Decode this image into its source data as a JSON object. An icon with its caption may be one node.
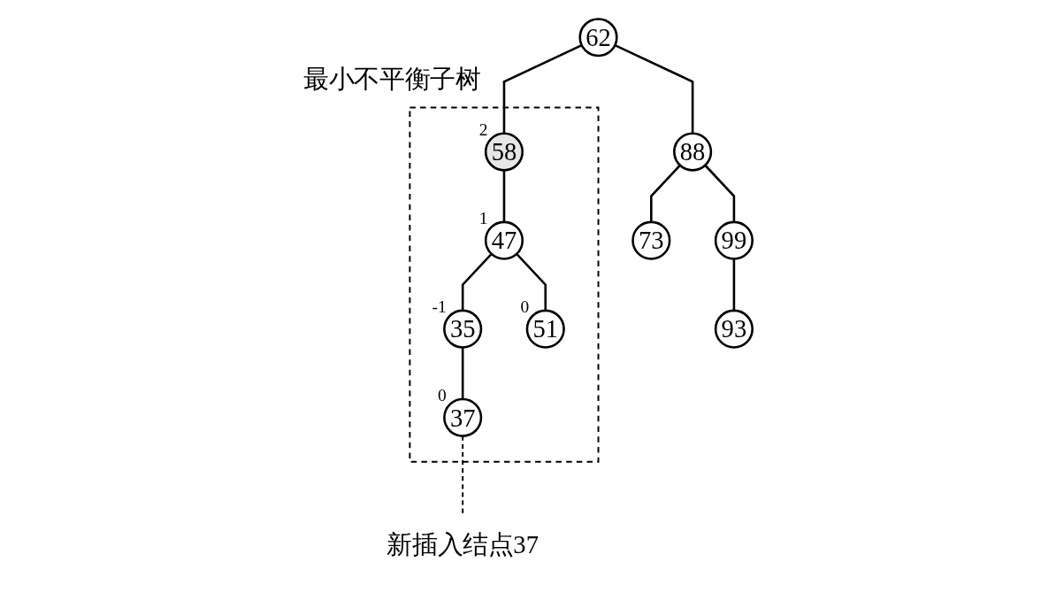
{
  "diagram": {
    "nodes": [
      {
        "text": [
          "最小不平衡子树"
        ]
      },
      {
        "text": [
          "62"
        ]
      },
      {
        "text": [
          "58"
        ],
        "in": 0,
        "beside": [
          "2"
        ]
      },
      {
        "text": [
          "88"
        ]
      },
      {
        "text": [
          "47"
        ],
        "in": 0,
        "beside": [
          "1"
        ]
      },
      {
        "text": [
          "73"
        ]
      },
      {
        "text": [
          "99"
        ]
      },
      {
        "text": [
          "35"
        ],
        "in": 0,
        "beside": [
          "-1"
        ]
      },
      {
        "text": [
          "51"
        ],
        "in": 0,
        "beside": [
          "0"
        ]
      },
      {
        "text": [
          "93"
        ]
      },
      {
        "text": [
          "37"
        ],
        "in": 0,
        "beside": [
          "0"
        ]
      },
      {
        "text": [
          "新插入结点37"
        ]
      }
    ],
    "edges": [
      {
        "from": 1,
        "to": 2,
        "arrow": "none"
      },
      {
        "from": 1,
        "to": 3,
        "arrow": "none"
      },
      {
        "from": 2,
        "to": 4,
        "arrow": "none"
      },
      {
        "from": 4,
        "to": 7,
        "arrow": "none"
      },
      {
        "from": 4,
        "to": 8,
        "arrow": "none"
      },
      {
        "from": 7,
        "to": 10,
        "arrow": "none"
      },
      {
        "from": 3,
        "to": 5,
        "arrow": "none"
      },
      {
        "from": 3,
        "to": 6,
        "arrow": "none"
      },
      {
        "from": 6,
        "to": 9,
        "arrow": "none"
      },
      {
        "from": 10,
        "to": 11,
        "arrow": "none",
        "style": "dashed"
      }
    ]
  }
}
